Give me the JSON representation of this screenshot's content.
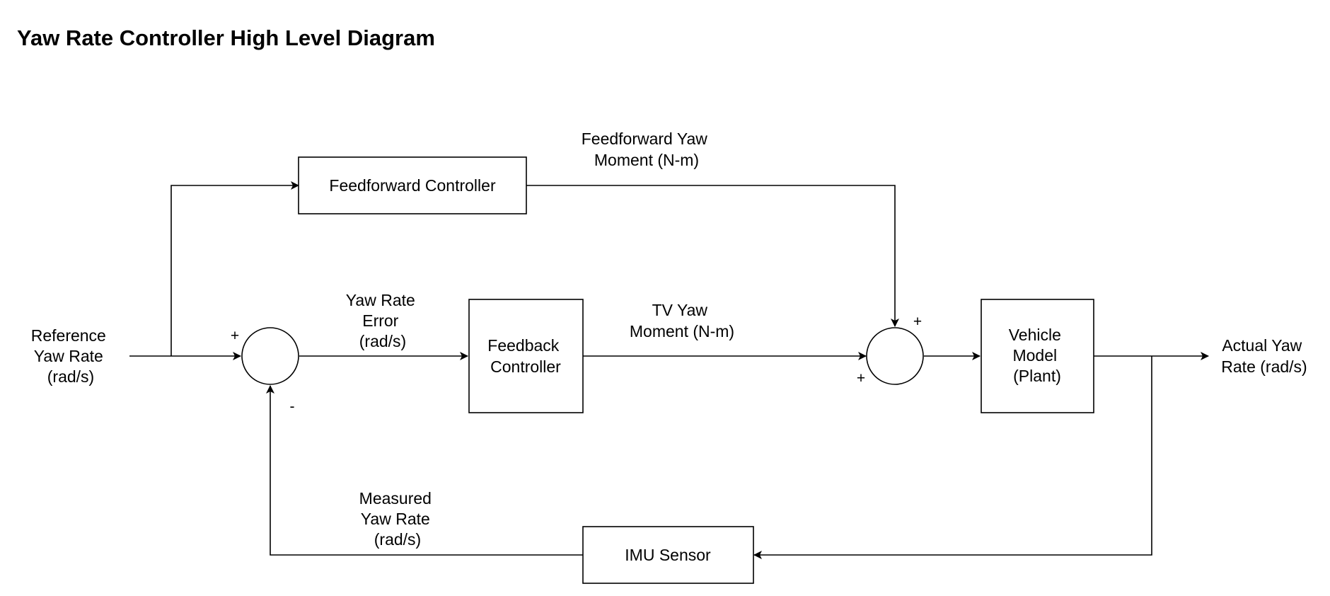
{
  "title": "Yaw Rate Controller High Level Diagram",
  "blocks": {
    "feedforward": [
      "Feedforward Controller"
    ],
    "feedback": [
      "Feedback",
      "Controller"
    ],
    "plant": [
      "Vehicle",
      "Model",
      "(Plant)"
    ],
    "sensor": [
      "IMU Sensor"
    ]
  },
  "signals": {
    "reference": [
      "Reference",
      "Yaw Rate",
      "(rad/s)"
    ],
    "error": [
      "Yaw Rate",
      "Error",
      "(rad/s)"
    ],
    "feedforward_moment": [
      "Feedforward Yaw",
      "Moment (N-m)"
    ],
    "tv_moment": [
      "TV Yaw",
      "Moment (N-m)"
    ],
    "actual": [
      "Actual Yaw",
      "Rate (rad/s)"
    ],
    "measured": [
      "Measured",
      "Yaw Rate",
      "(rad/s)"
    ]
  },
  "summing_junctions": {
    "error_sum": {
      "top_sign": "+",
      "bottom_sign": "-"
    },
    "moment_sum": {
      "top_sign": "+",
      "left_sign": "+"
    }
  }
}
